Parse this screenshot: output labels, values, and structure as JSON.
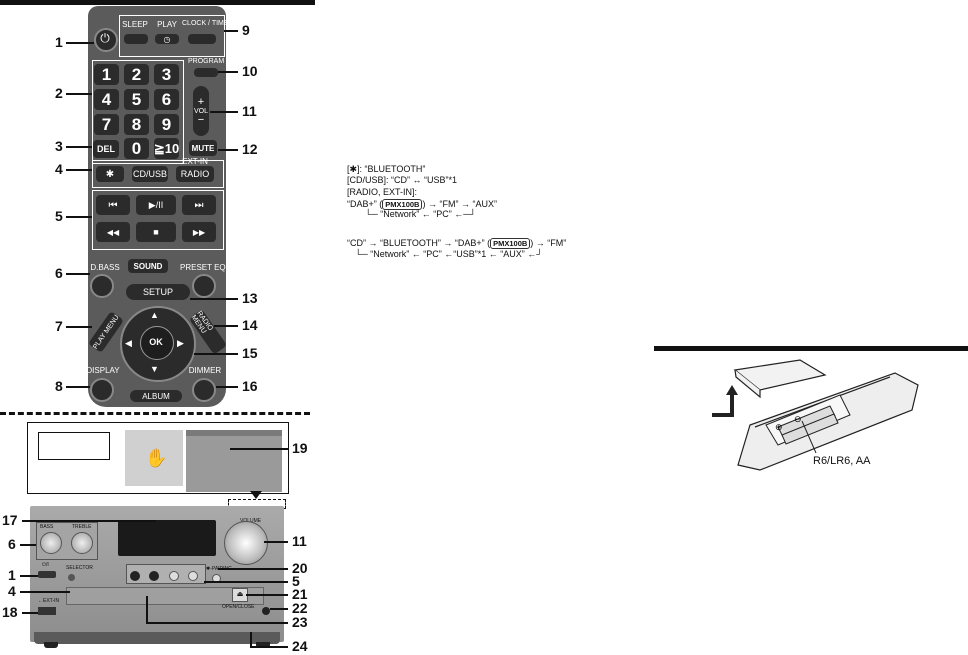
{
  "remote": {
    "buttons": {
      "sleep": "SLEEP",
      "play": "PLAY",
      "play_timer_icon": "◷",
      "clock_timer": "CLOCK / TIMER",
      "program": "PROGRAM",
      "numbers": [
        "1",
        "2",
        "3",
        "4",
        "5",
        "6",
        "7",
        "8",
        "9",
        "0",
        "≧10"
      ],
      "vol": "VOL",
      "vol_plus": "+",
      "vol_minus": "−",
      "del": "DEL",
      "mute": "MUTE",
      "ext_in": "EXT-IN",
      "cd_usb": "CD/USB",
      "radio": "RADIO",
      "d_bass": "D.BASS",
      "sound": "SOUND",
      "preset_eq": "PRESET EQ",
      "setup": "SETUP",
      "play_menu": "PLAY MENU",
      "radio_menu": "RADIO MENU",
      "ok": "OK",
      "display": "DISPLAY",
      "dimmer": "DIMMER",
      "album": "ALBUM",
      "prev": "⏮",
      "play_pause": "▶/II",
      "next": "⏭",
      "rewind": "◀◀",
      "stop": "■",
      "forward": "▶▶"
    },
    "callouts_left": [
      "1",
      "2",
      "3",
      "4",
      "5",
      "6",
      "7",
      "8"
    ],
    "callouts_right": [
      "9",
      "10",
      "11",
      "12",
      "13",
      "14",
      "15",
      "16"
    ]
  },
  "unit": {
    "bass": "BASS",
    "treble": "TREBLE",
    "volume": "VOLUME",
    "power_symbol": "⏻/I",
    "selector": "SELECTOR",
    "pairing": "✱-PAIRING",
    "open_close": "OPEN/CLOSE",
    "ext_in": "←EXT-IN",
    "callouts_left": [
      "17",
      "6",
      "1",
      "4",
      "18"
    ],
    "callouts_right": [
      "19",
      "11",
      "20",
      "5",
      "21",
      "22",
      "23",
      "24"
    ]
  },
  "selector_text": {
    "line1": "[✱]: “BLUETOOTH”",
    "line2": "[CD/USB]: “CD” ↔ “USB”*1",
    "line3": "[RADIO, EXT-IN]:",
    "line4a": "“DAB+” (",
    "badge": "PMX100B",
    "line4b": ") → “FM” → “AUX”",
    "line5": "└─ “Network” ← “PC” ←─┘",
    "line6a": "“CD” → “BLUETOOTH” → “DAB+” (",
    "line6b": ") → “FM”",
    "line7": "└─ “Network” ← “PC” ←“USB”*1 ← “AUX” ←┘"
  },
  "battery_label": "R6/LR6, AA"
}
